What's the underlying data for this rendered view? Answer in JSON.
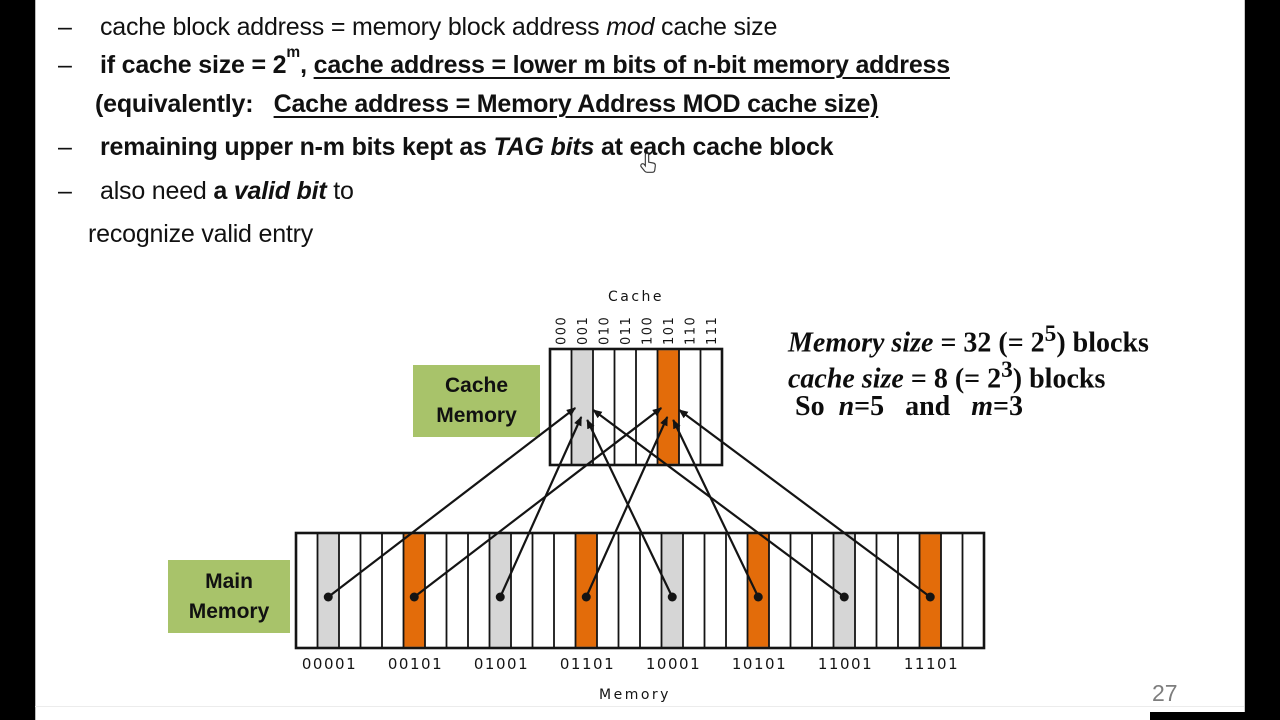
{
  "slide": {
    "bullets": [
      {
        "dash": "–",
        "segments": [
          {
            "t": "cache block address = memory block address "
          },
          {
            "t": "mod",
            "i": true
          },
          {
            "t": " cache size"
          }
        ]
      },
      {
        "dash": "–",
        "segments": [
          {
            "t": "if cache size = 2",
            "b": true
          },
          {
            "t": "m",
            "b": true,
            "sup": true
          },
          {
            "t": ", ",
            "b": true
          },
          {
            "t": "cache address = lower m bits of n-bit memory address",
            "b": true,
            "u": true
          }
        ]
      },
      {
        "dash": "",
        "segments": [
          {
            "t": "(equivalently:   ",
            "b": true
          },
          {
            "t": "Cache address = Memory Address MOD cache size)",
            "b": true,
            "u": true
          }
        ]
      },
      {
        "dash": "–",
        "segments": [
          {
            "t": "remaining upper n-m bits kept as ",
            "b": true
          },
          {
            "t": "TAG bits",
            "b": true,
            "i": true
          },
          {
            "t": " at each cache block",
            "b": true
          }
        ]
      },
      {
        "dash": "–",
        "segments": [
          {
            "t": "also need "
          },
          {
            "t": "a ",
            "b": true
          },
          {
            "t": "valid bit",
            "b": true,
            "i": true
          },
          {
            "t": " to"
          }
        ]
      },
      {
        "dash": "",
        "segments": [
          {
            "t": "recognize valid entry"
          }
        ]
      }
    ],
    "note_lines": [
      [
        {
          "t": "Memory size",
          "b": true,
          "i": true
        },
        {
          "t": " = 32 (= 2",
          "b": true
        },
        {
          "t": "5",
          "b": true,
          "sup": true
        },
        {
          "t": ") blocks",
          "b": true
        }
      ],
      [
        {
          "t": "cache size",
          "b": true,
          "i": true
        },
        {
          "t": " = 8 (= 2",
          "b": true
        },
        {
          "t": "3",
          "b": true,
          "sup": true
        },
        {
          "t": ") blocks",
          "b": true
        }
      ],
      [
        {
          "t": " So  ",
          "b": true
        },
        {
          "t": "n",
          "b": true,
          "i": true
        },
        {
          "t": "=5   and   ",
          "b": true
        },
        {
          "t": "m",
          "b": true,
          "i": true
        },
        {
          "t": "=3",
          "b": true
        }
      ]
    ],
    "page_number": "27"
  },
  "diagram": {
    "cache_title": "Cache",
    "memory_title": "Memory",
    "cache_labels": [
      "000",
      "001",
      "010",
      "011",
      "100",
      "101",
      "110",
      "111"
    ],
    "cache_highlights": [
      {
        "index": 1,
        "color": "gray"
      },
      {
        "index": 5,
        "color": "orange"
      }
    ],
    "memory_columns": 32,
    "memory_blocks": [
      {
        "index": 1,
        "label": "00001",
        "color": "gray",
        "maps_to": 1
      },
      {
        "index": 5,
        "label": "00101",
        "color": "orange",
        "maps_to": 5
      },
      {
        "index": 9,
        "label": "01001",
        "color": "gray",
        "maps_to": 1
      },
      {
        "index": 13,
        "label": "01101",
        "color": "orange",
        "maps_to": 5
      },
      {
        "index": 17,
        "label": "10001",
        "color": "gray",
        "maps_to": 1
      },
      {
        "index": 21,
        "label": "10101",
        "color": "orange",
        "maps_to": 5
      },
      {
        "index": 25,
        "label": "11001",
        "color": "gray",
        "maps_to": 1
      },
      {
        "index": 29,
        "label": "11101",
        "color": "orange",
        "maps_to": 5
      }
    ],
    "legend": {
      "cache_box": {
        "line1": "Cache",
        "line2": "Memory"
      },
      "main_box": {
        "line1": "Main",
        "line2": "Memory"
      }
    },
    "colors": {
      "orange": "#e36c0a",
      "gray": "#d6d6d6",
      "green": "#a8c36a",
      "line": "#141414"
    }
  }
}
